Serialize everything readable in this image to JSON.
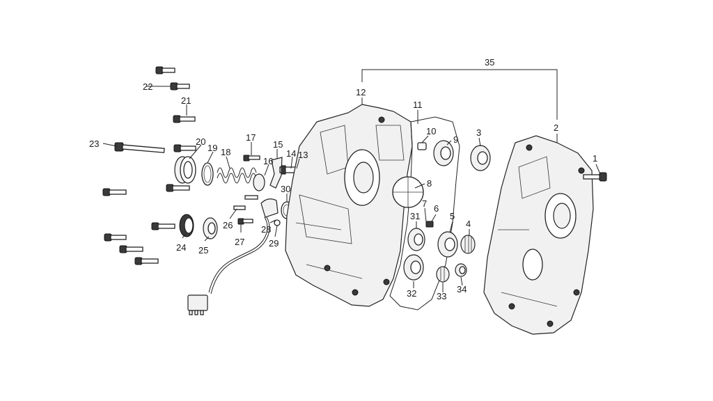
{
  "diagram": {
    "callouts": [
      "1",
      "2",
      "3",
      "4",
      "5",
      "6",
      "7",
      "8",
      "9",
      "10",
      "11",
      "12",
      "13",
      "14",
      "15",
      "16",
      "17",
      "18",
      "19",
      "20",
      "21",
      "22",
      "23",
      "24",
      "25",
      "26",
      "27",
      "28",
      "29",
      "30",
      "31",
      "32",
      "33",
      "34",
      "35"
    ],
    "colors": {
      "ink": "#222222",
      "paper": "#ffffff",
      "shade": "#f1f1f1"
    }
  }
}
